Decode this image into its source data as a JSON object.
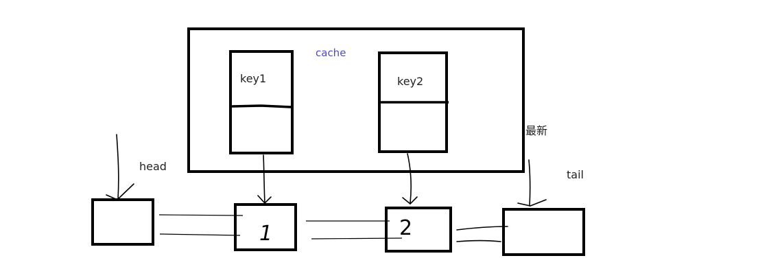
{
  "cache": {
    "label": "cache",
    "color": "#4a4ad0"
  },
  "entries": [
    {
      "key": "key1"
    },
    {
      "key": "key2"
    }
  ],
  "labels": {
    "head": "head",
    "tail": "tail",
    "newest": "最新"
  },
  "nodes": [
    {
      "id": "head",
      "text": ""
    },
    {
      "id": "node-1",
      "text": "1"
    },
    {
      "id": "node-2",
      "text": "2"
    },
    {
      "id": "tail",
      "text": ""
    }
  ]
}
